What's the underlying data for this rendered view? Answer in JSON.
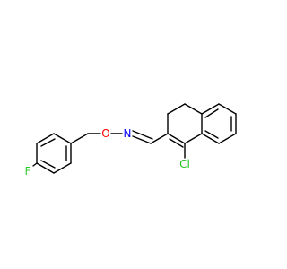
{
  "colors": {
    "bond": "#000000",
    "background": "#ffffff",
    "fluorine": "#33cc33",
    "oxygen": "#ff0000",
    "nitrogen": "#0000ff",
    "chlorine": "#1fc21f"
  },
  "atoms": {
    "fluorine": "F",
    "oxygen": "O",
    "nitrogen": "N",
    "chlorine": "Cl"
  }
}
